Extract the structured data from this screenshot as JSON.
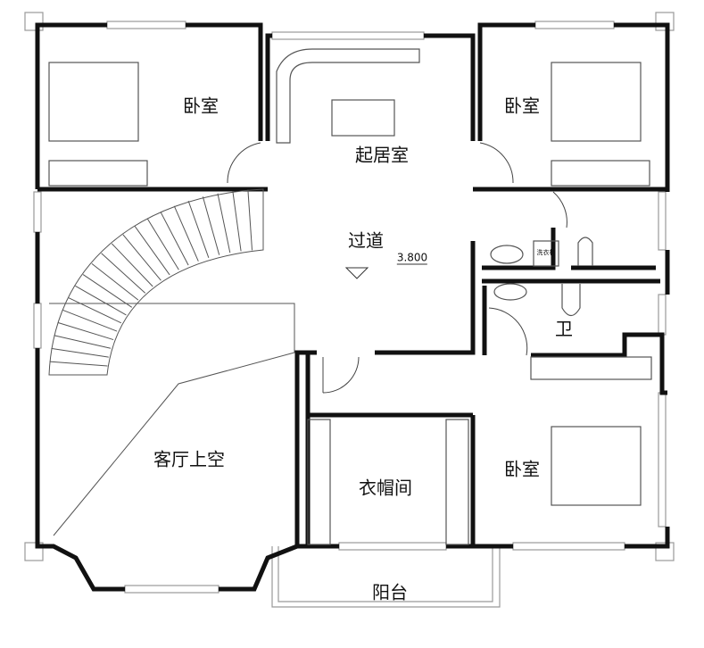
{
  "rooms": {
    "bedroom_nw": "卧室",
    "bedroom_ne": "卧室",
    "bedroom_se": "卧室",
    "living": "起居室",
    "corridor": "过道",
    "bathroom": "卫",
    "void": "客厅上空",
    "cloakroom": "衣帽间",
    "balcony": "阳台"
  },
  "elevation": "3.800",
  "appliance": "洗衣机",
  "colors": {
    "wall": "#111111",
    "furniture": "#555555"
  }
}
